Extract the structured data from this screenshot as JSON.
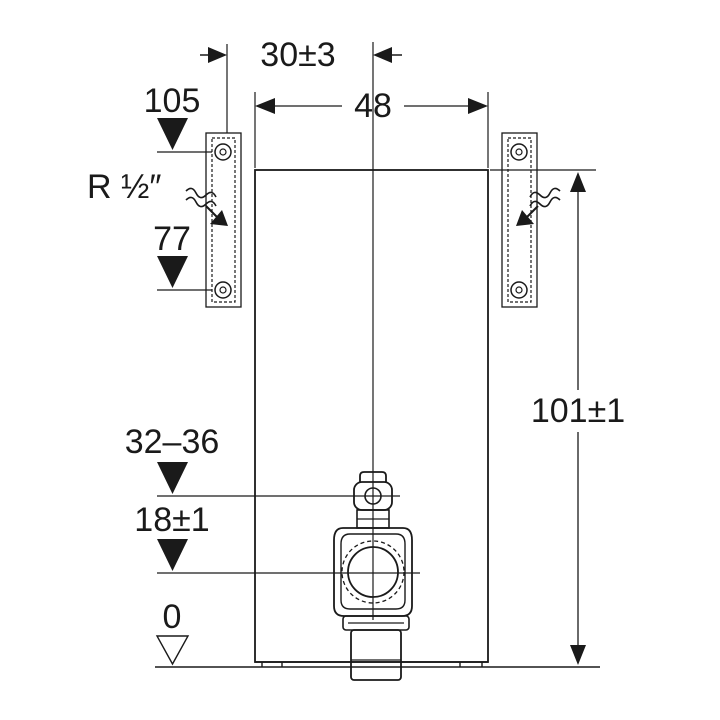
{
  "dimensions": {
    "top_offset": "30±3",
    "width": "48",
    "height": "101±1",
    "level_105": "105",
    "thread": "R ½″",
    "level_77": "77",
    "level_32_36": "32–36",
    "level_18": "18±1",
    "level_0": "0"
  },
  "colors": {
    "ink": "#1a1a1a",
    "background": "#ffffff"
  }
}
